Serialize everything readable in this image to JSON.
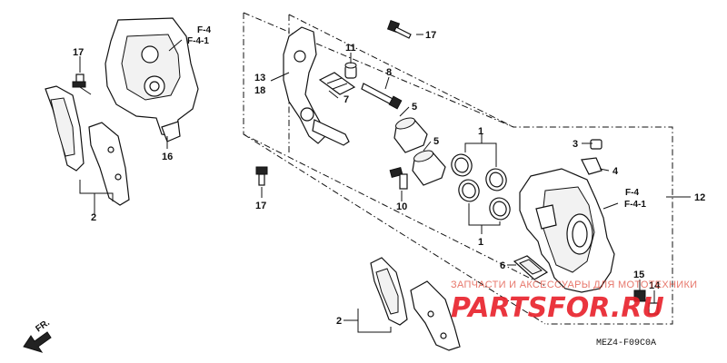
{
  "callouts": {
    "c17a": "17",
    "c17b": "17",
    "c17c": "17",
    "c16": "16",
    "c2a": "2",
    "c2b": "2",
    "c13": "13",
    "c18": "18",
    "c11": "11",
    "c8": "8",
    "c7": "7",
    "c5a": "5",
    "c5b": "5",
    "c1a": "1",
    "c1b": "1",
    "c10": "10",
    "c3": "3",
    "c4": "4",
    "c12": "12",
    "c6": "6",
    "c15": "15",
    "c14": "14"
  },
  "refs": {
    "left_f4": "F-4",
    "left_f41": "F-4-1",
    "right_f4": "F-4",
    "right_f41": "F-4-1"
  },
  "front_arrow_label": "FR.",
  "diagram_code": "MEZ4-F09C0A",
  "watermark": {
    "caption": "ЗАПЧАСТИ И АКСЕССУАРЫ ДЛЯ МОТОТЕХНИКИ",
    "logo": "PARTSFOR.RU"
  },
  "icons": [
    "bolt-icon",
    "brake-pad-icon",
    "caliper-bracket-icon",
    "caliper-body-icon",
    "piston-seal-icon",
    "bleed-valve-icon",
    "front-arrow-icon"
  ]
}
